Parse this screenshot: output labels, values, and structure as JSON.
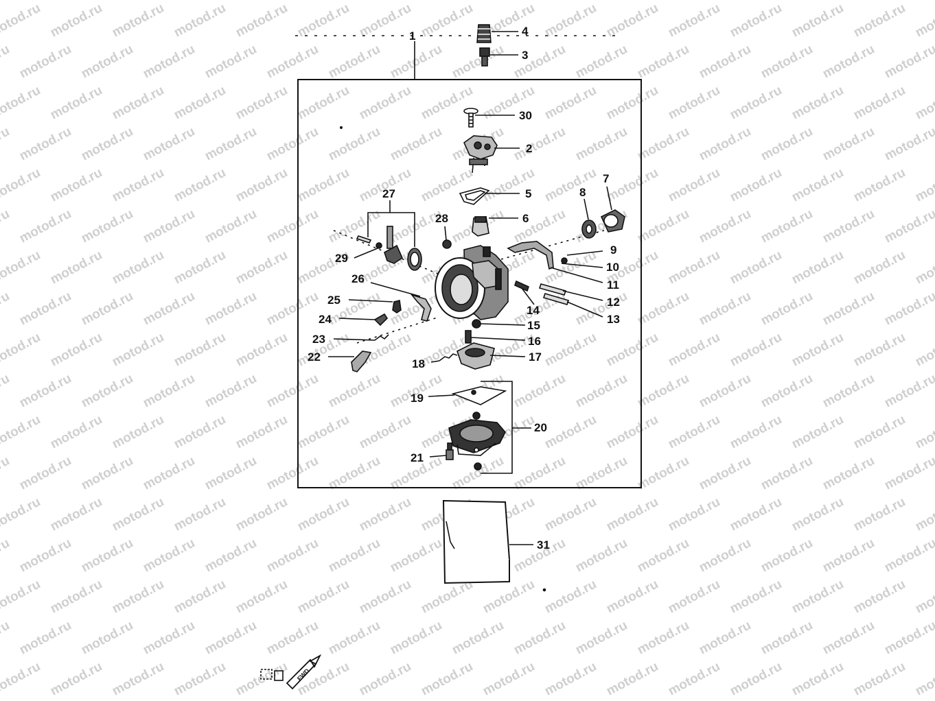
{
  "watermark": "motod.ru",
  "fwd_label": "FWD",
  "callouts": [
    {
      "id": "1",
      "label": "1"
    },
    {
      "id": "2",
      "label": "2"
    },
    {
      "id": "3",
      "label": "3"
    },
    {
      "id": "4",
      "label": "4"
    },
    {
      "id": "5",
      "label": "5"
    },
    {
      "id": "6",
      "label": "6"
    },
    {
      "id": "7",
      "label": "7"
    },
    {
      "id": "8",
      "label": "8"
    },
    {
      "id": "9",
      "label": "9"
    },
    {
      "id": "10",
      "label": "10"
    },
    {
      "id": "11",
      "label": "11"
    },
    {
      "id": "12",
      "label": "12"
    },
    {
      "id": "13",
      "label": "13"
    },
    {
      "id": "14",
      "label": "14"
    },
    {
      "id": "15",
      "label": "15"
    },
    {
      "id": "16",
      "label": "16"
    },
    {
      "id": "17",
      "label": "17"
    },
    {
      "id": "18",
      "label": "18"
    },
    {
      "id": "19",
      "label": "19"
    },
    {
      "id": "20",
      "label": "20"
    },
    {
      "id": "21",
      "label": "21"
    },
    {
      "id": "22",
      "label": "22"
    },
    {
      "id": "23",
      "label": "23"
    },
    {
      "id": "24",
      "label": "24"
    },
    {
      "id": "25",
      "label": "25"
    },
    {
      "id": "26",
      "label": "26"
    },
    {
      "id": "27",
      "label": "27"
    },
    {
      "id": "28",
      "label": "28"
    },
    {
      "id": "29",
      "label": "29"
    },
    {
      "id": "30",
      "label": "30"
    },
    {
      "id": "31",
      "label": "31"
    }
  ]
}
